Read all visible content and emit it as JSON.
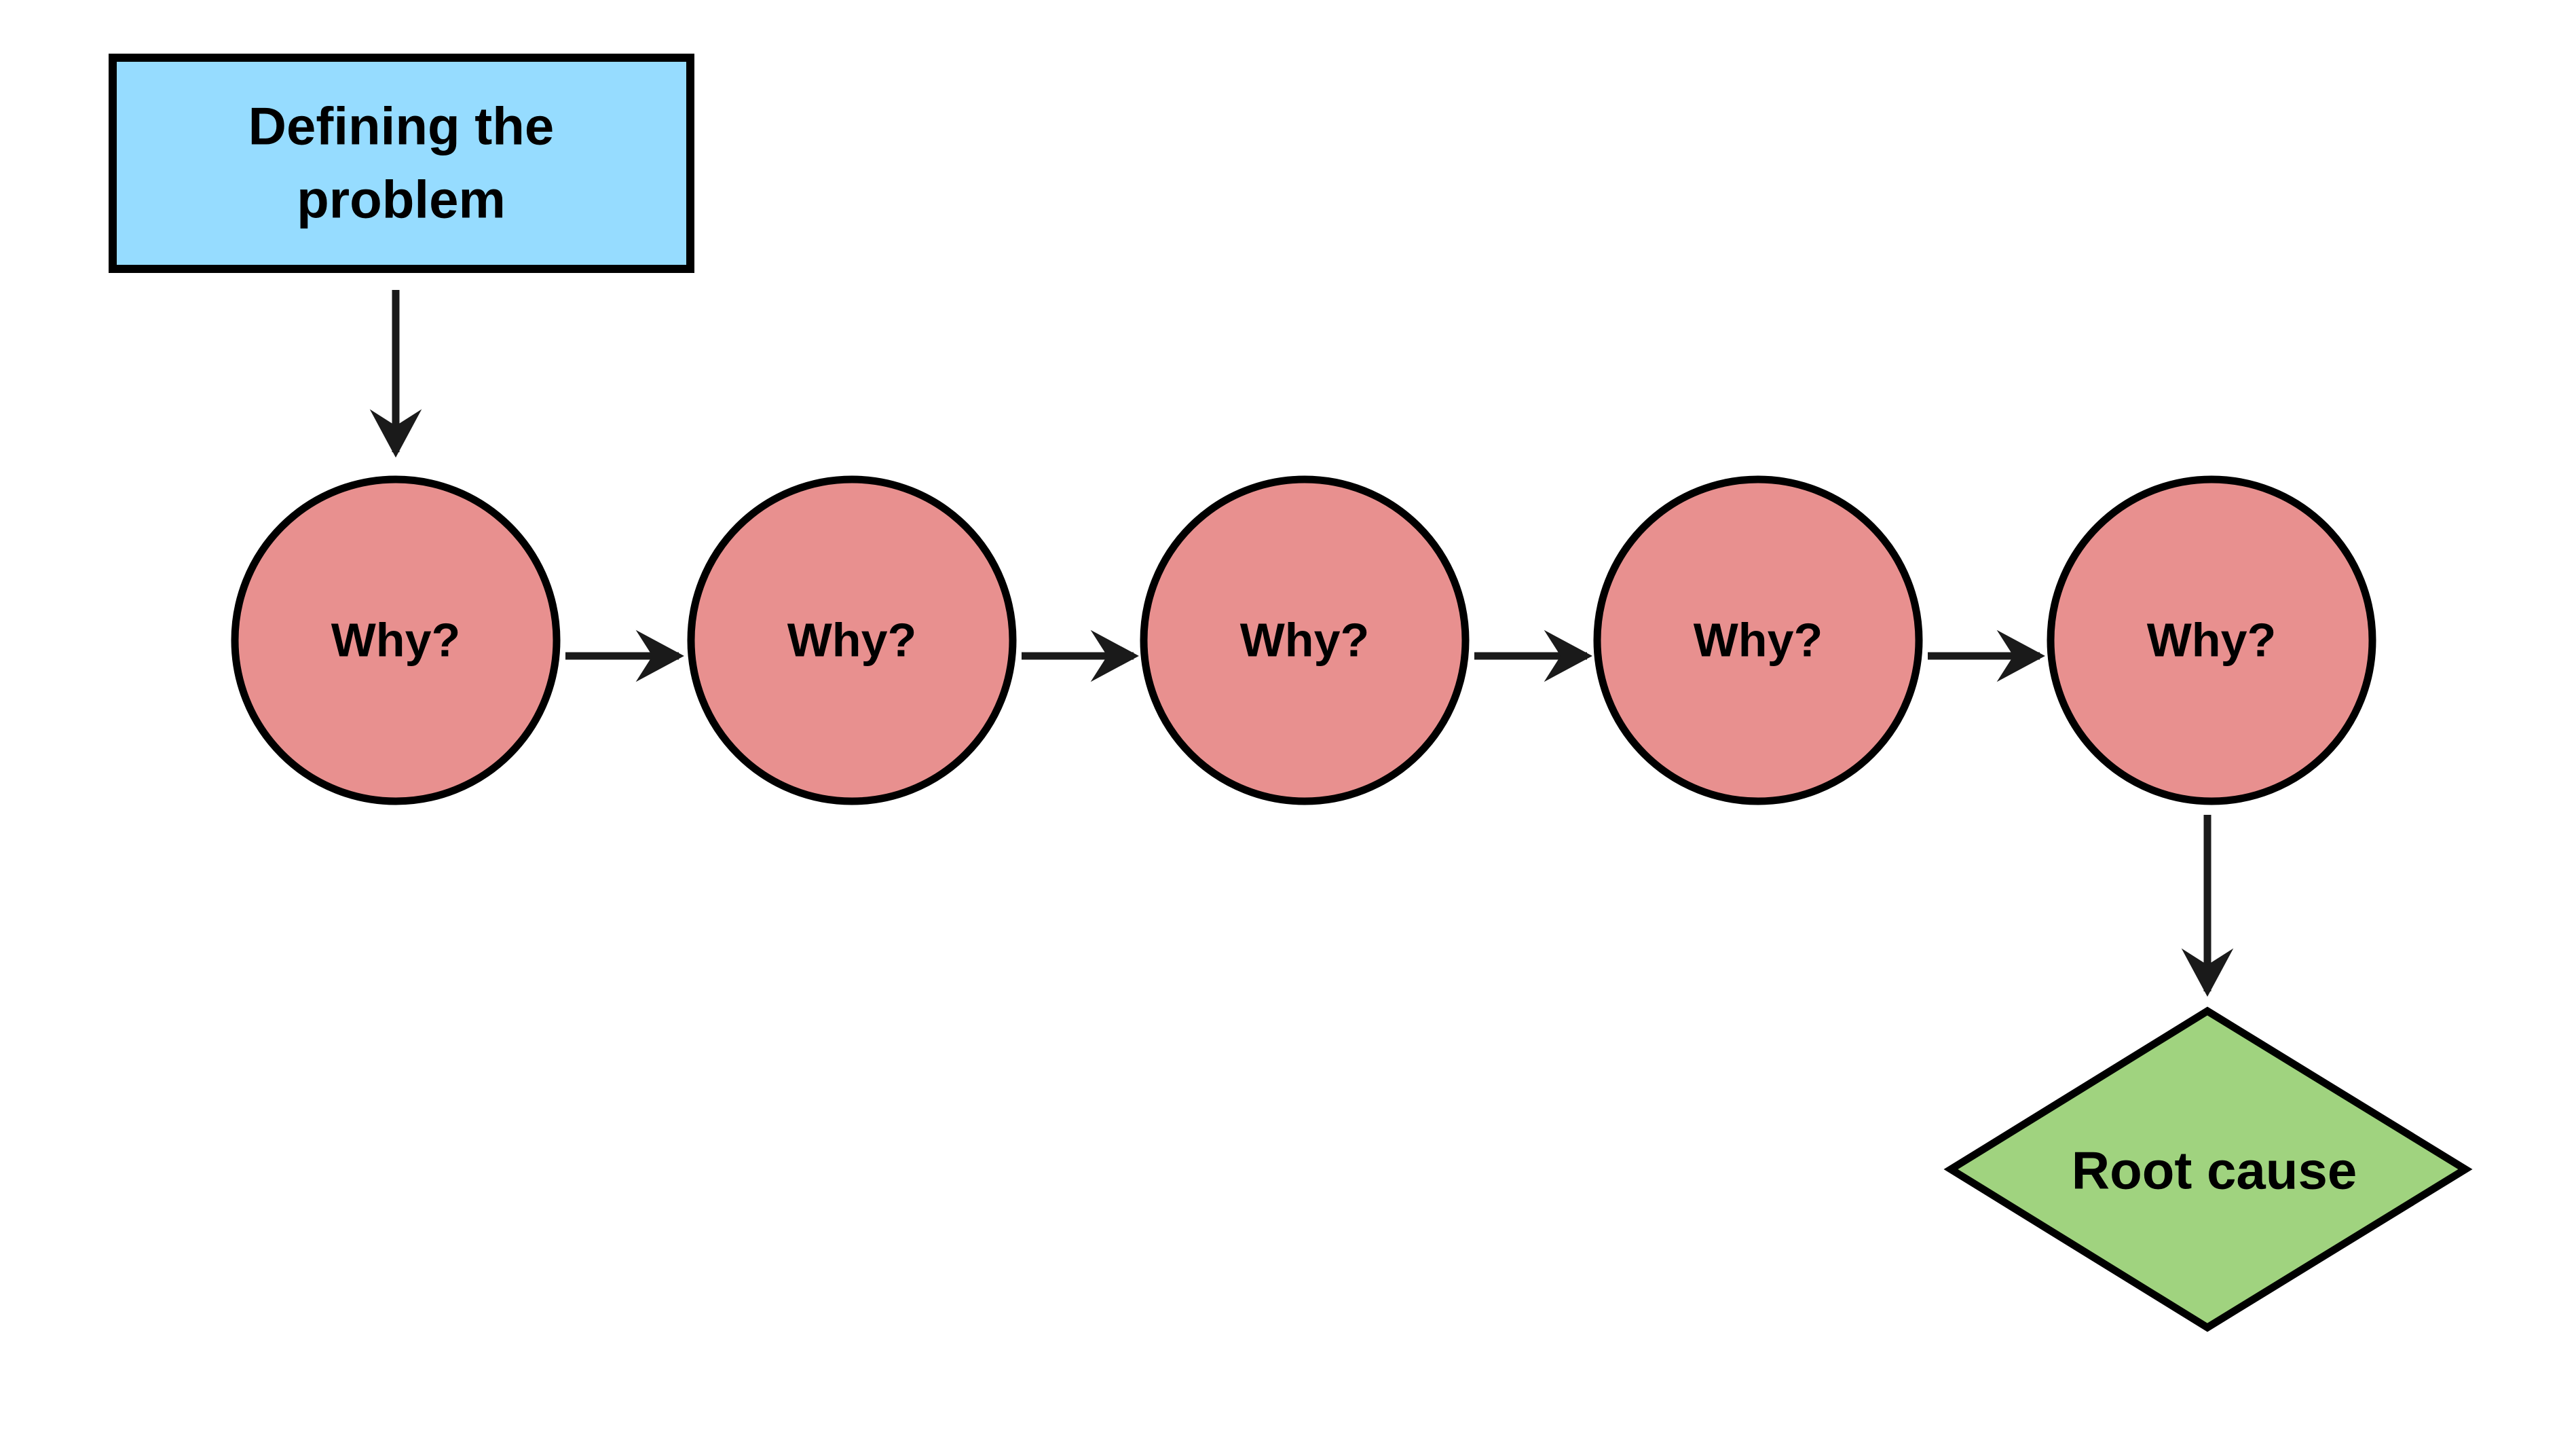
{
  "diagram": {
    "type": "flowchart",
    "name": "5 Whys root cause analysis",
    "background_color": "#ffffff",
    "nodes": {
      "problem": {
        "label_line1": "Defining the",
        "label_line2": "problem",
        "shape": "rectangle",
        "fill_color": "#96dcff",
        "stroke_color": "#000000"
      },
      "why_steps": [
        {
          "label": "Why?",
          "shape": "circle",
          "fill_color": "#e8908f",
          "stroke_color": "#000000"
        },
        {
          "label": "Why?",
          "shape": "circle",
          "fill_color": "#e8908f",
          "stroke_color": "#000000"
        },
        {
          "label": "Why?",
          "shape": "circle",
          "fill_color": "#e8908f",
          "stroke_color": "#000000"
        },
        {
          "label": "Why?",
          "shape": "circle",
          "fill_color": "#e8908f",
          "stroke_color": "#000000"
        },
        {
          "label": "Why?",
          "shape": "circle",
          "fill_color": "#e8908f",
          "stroke_color": "#000000"
        }
      ],
      "result": {
        "label": "Root cause",
        "shape": "diamond",
        "fill_color": "#a0d37f",
        "stroke_color": "#000000"
      }
    },
    "connectors": {
      "color": "#1a1a1a",
      "count": 6,
      "arrow_style": "open-chevron"
    }
  }
}
